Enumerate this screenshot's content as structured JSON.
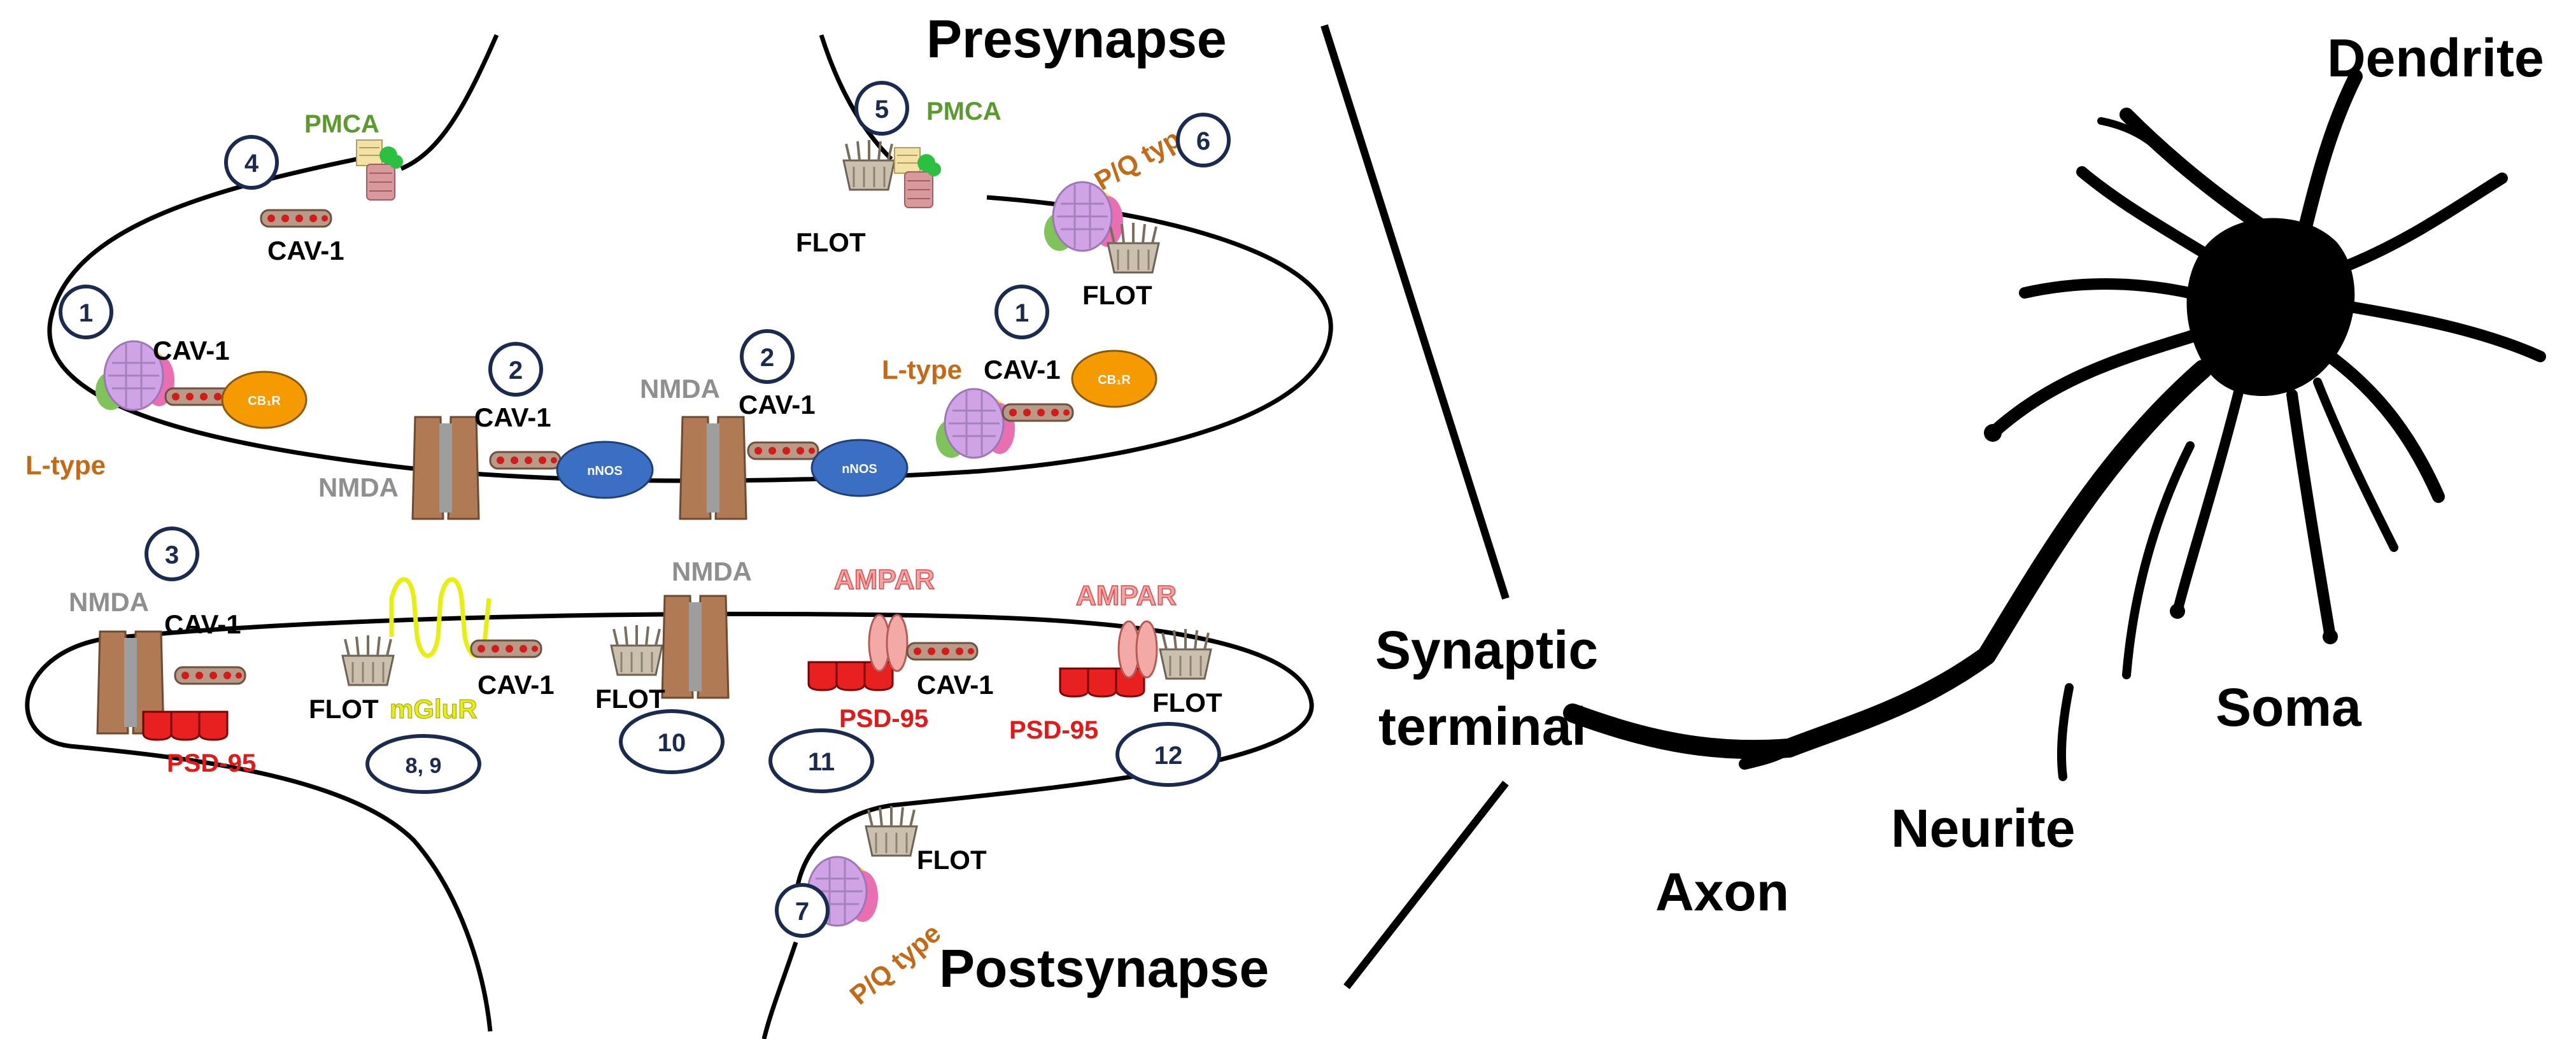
{
  "regions": {
    "presynapse": "Presynapse",
    "postsynapse": "Postsynapse",
    "synaptic_terminal_line1": "Synaptic",
    "synaptic_terminal_line2": "terminal",
    "dendrite": "Dendrite",
    "soma": "Soma",
    "neurite": "Neurite",
    "axon": "Axon"
  },
  "labels": {
    "pmca": "PMCA",
    "cav1": "CAV-1",
    "flot": "FLOT",
    "ltype": "L-type",
    "pq_type": "P/Q type",
    "nmda": "NMDA",
    "nnos": "nNOS",
    "cbr": "CB₁R",
    "ampar": "AMPAR",
    "mglur": "mGluR",
    "psd95": "PSD-95"
  },
  "badges": {
    "b1": "1",
    "b2": "2",
    "b3": "3",
    "b4": "4",
    "b5": "5",
    "b6": "6",
    "b7": "7",
    "b89": "8, 9",
    "b10": "10",
    "b11": "11",
    "b12": "12"
  },
  "colors": {
    "ltype_text": "#c46a17",
    "pmca_text": "#5a9a2e",
    "psd_text": "#e11919",
    "nmda_text": "#8f8f8f",
    "badge_stroke": "#1b2a4f",
    "nnos_fill": "#3a6fc4",
    "cbr_fill": "#f59a00"
  }
}
